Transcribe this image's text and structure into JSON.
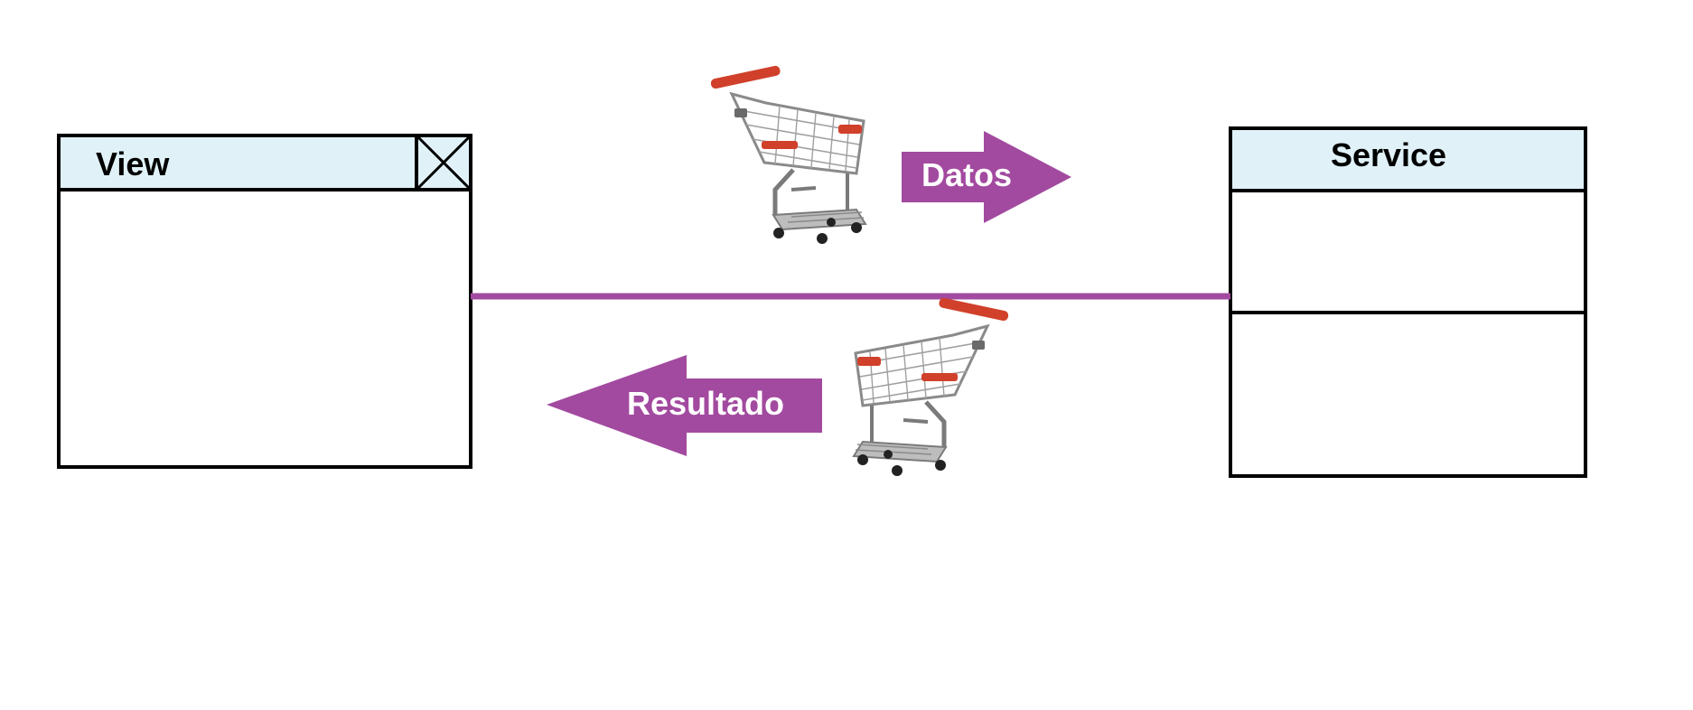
{
  "view_box": {
    "title": "View",
    "header_color": "#e0f2f8",
    "has_close_icon": true
  },
  "service_box": {
    "title": "Service",
    "header_color": "#e0f2f8"
  },
  "connector": {
    "color": "#a24a9f"
  },
  "arrow_forward": {
    "label": "Datos",
    "color": "#a24a9f",
    "direction": "right"
  },
  "arrow_backward": {
    "label": "Resultado",
    "color": "#a24a9f",
    "direction": "left"
  },
  "icons": {
    "cart_top": "shopping-cart-icon",
    "cart_bottom": "shopping-cart-icon",
    "close": "close-icon"
  }
}
